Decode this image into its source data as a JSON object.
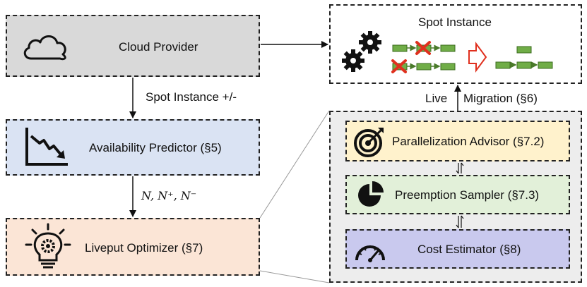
{
  "nodes": {
    "cloud_provider": "Cloud Provider",
    "spot_instance": "Spot Instance",
    "availability_predictor": "Availability Predictor (§5)",
    "liveput_optimizer": "Liveput Optimizer (§7)",
    "parallelization_advisor": "Parallelization Advisor (§7.2)",
    "preemption_sampler": "Preemption Sampler (§7.3)",
    "cost_estimator": "Cost Estimator (§8)"
  },
  "edges": {
    "spot_instance_change": "Spot Instance  +/-",
    "node_counts": "N, N⁺, N⁻",
    "live": "Live",
    "migration": "Migration (§6)"
  },
  "colors": {
    "cloud_fill": "#d9d9d9",
    "predictor_fill": "#dae3f3",
    "optimizer_fill": "#fbe5d6",
    "group_fill": "#ededed",
    "advisor_fill": "#fff2cc",
    "sampler_fill": "#e2f0d9",
    "estimator_fill": "#c9c9ee",
    "block_green": "#70ad47",
    "cross_red": "#e0301e"
  },
  "icons": [
    "cloud-icon",
    "gears-icon",
    "trend-down-icon",
    "lightbulb-gear-icon",
    "target-icon",
    "pie-chart-icon",
    "gauge-icon"
  ]
}
